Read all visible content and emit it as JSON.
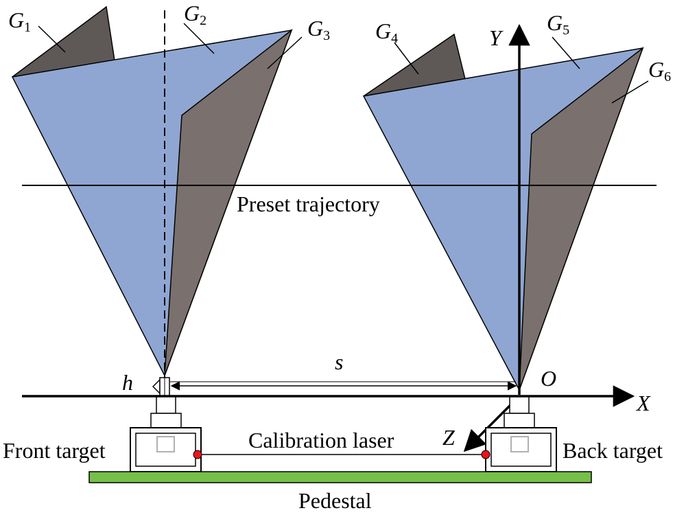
{
  "labels": {
    "g1": {
      "letter": "G",
      "sub": "1"
    },
    "g2": {
      "letter": "G",
      "sub": "2"
    },
    "g3": {
      "letter": "G",
      "sub": "3"
    },
    "g4": {
      "letter": "G",
      "sub": "4"
    },
    "g5": {
      "letter": "G",
      "sub": "5"
    },
    "g6": {
      "letter": "G",
      "sub": "6"
    },
    "y_axis": "Y",
    "x_axis": "X",
    "z_axis": "Z",
    "origin": "O",
    "s": "s",
    "h": "h",
    "preset_trajectory": "Preset trajectory",
    "calibration_laser": "Calibration laser",
    "front_target": "Front target",
    "back_target": "Back target",
    "pedestal": "Pedestal"
  },
  "colors": {
    "blue_face": "#8fa6d2",
    "gray_face": "#7a706d",
    "dark_face": "#5e5857",
    "pedestal": "#76bf4b",
    "laser_dot": "#e8141b",
    "line": "#000000"
  }
}
